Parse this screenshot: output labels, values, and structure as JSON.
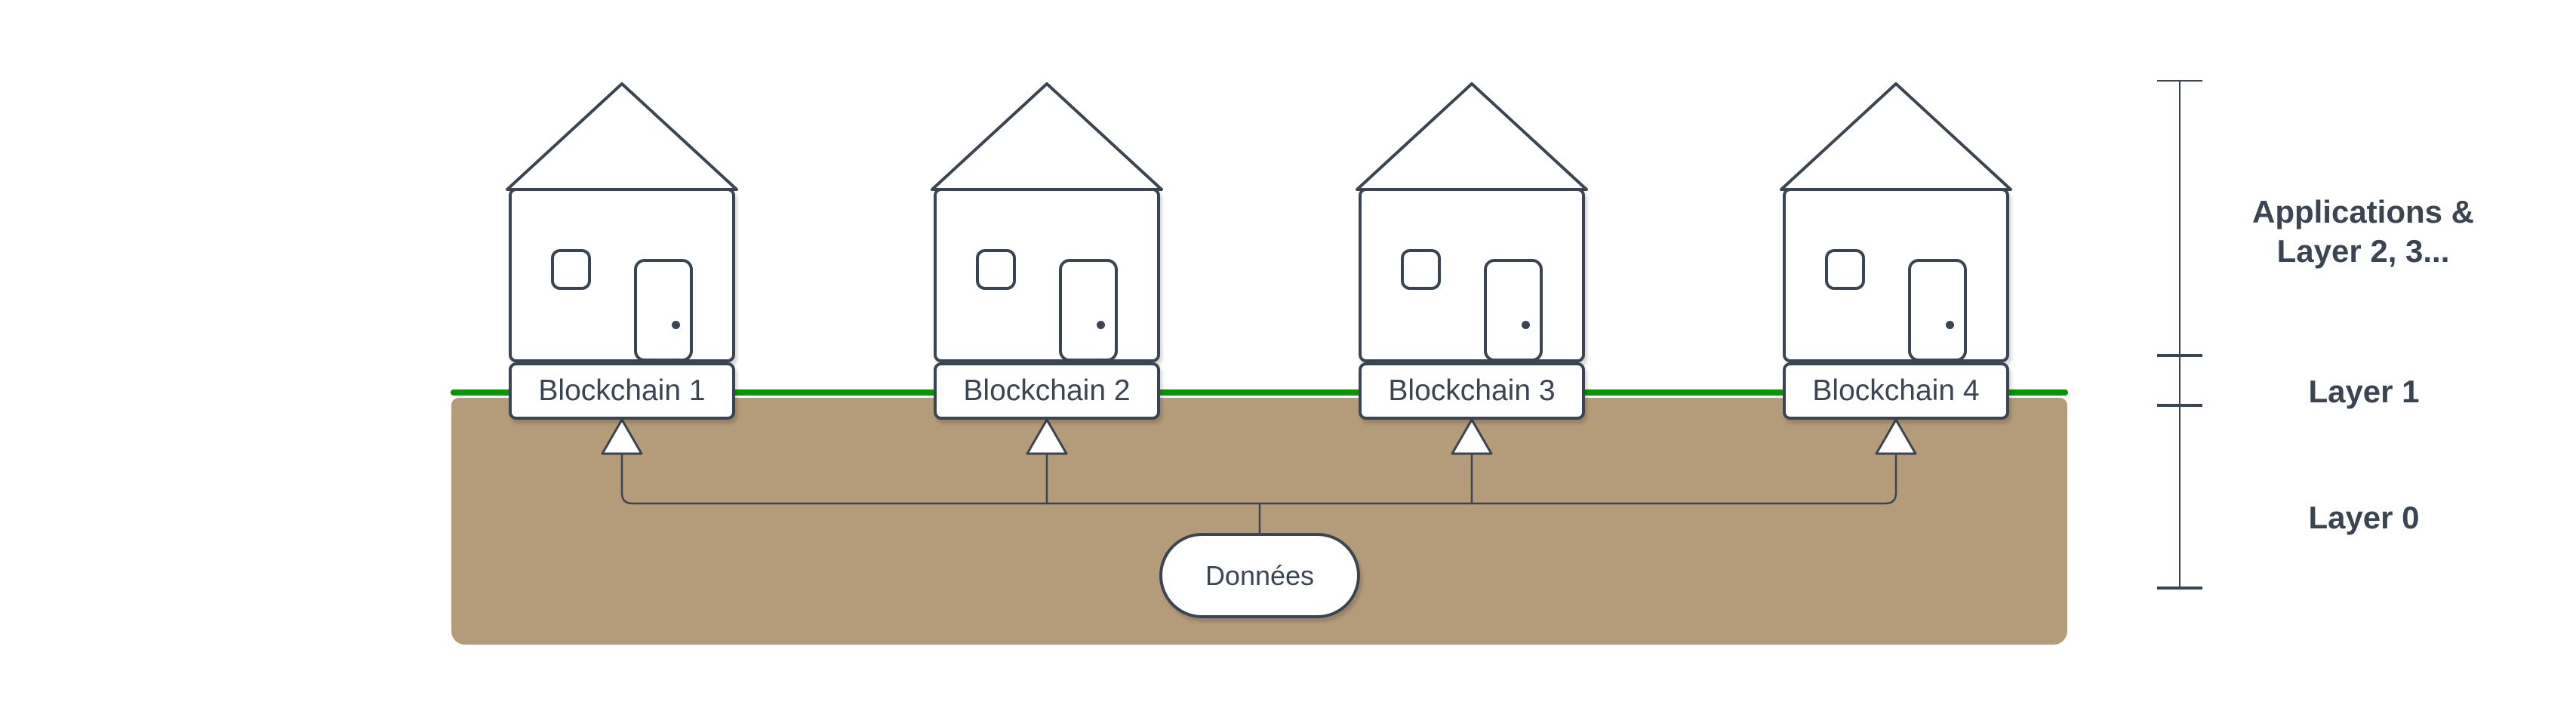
{
  "houses": [
    {
      "label": "Blockchain 1"
    },
    {
      "label": "Blockchain 2"
    },
    {
      "label": "Blockchain 3"
    },
    {
      "label": "Blockchain 4"
    }
  ],
  "underground": {
    "data_label": "Données"
  },
  "legend": {
    "applications": {
      "line1": "Applications &",
      "line2": "Layer 2, 3..."
    },
    "layer1": "Layer 1",
    "layer0": "Layer 0"
  },
  "colors": {
    "stroke": "#3b4551",
    "green": "#0a9408",
    "ground": "#b49b7a",
    "shape_fill": "#ffffff"
  }
}
